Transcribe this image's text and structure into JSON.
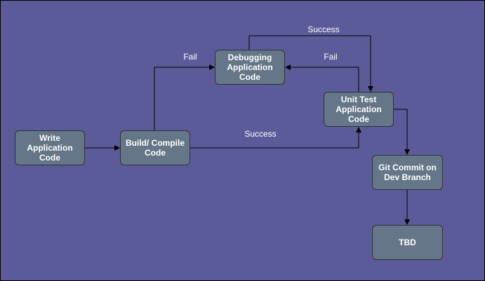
{
  "colors": {
    "background": "#5c5b9a",
    "node_fill": "#647687",
    "node_border": "#2b3238",
    "node_text": "#ffffff",
    "edge": "#000000",
    "label_text": "#ffffff"
  },
  "nodes": {
    "write": {
      "label": "Write Application\nCode"
    },
    "build": {
      "label": "Build/ Compile\nCode"
    },
    "debug": {
      "label": "Debugging\nApplication Code"
    },
    "unittest": {
      "label": "Unit Test\nApplication Code"
    },
    "git": {
      "label": "Git Commit on\nDev Branch"
    },
    "tbd": {
      "label": "TBD"
    }
  },
  "edge_labels": {
    "build_fail": "Fail",
    "build_success": "Success",
    "debug_success": "Success",
    "unittest_fail": "Fail"
  }
}
